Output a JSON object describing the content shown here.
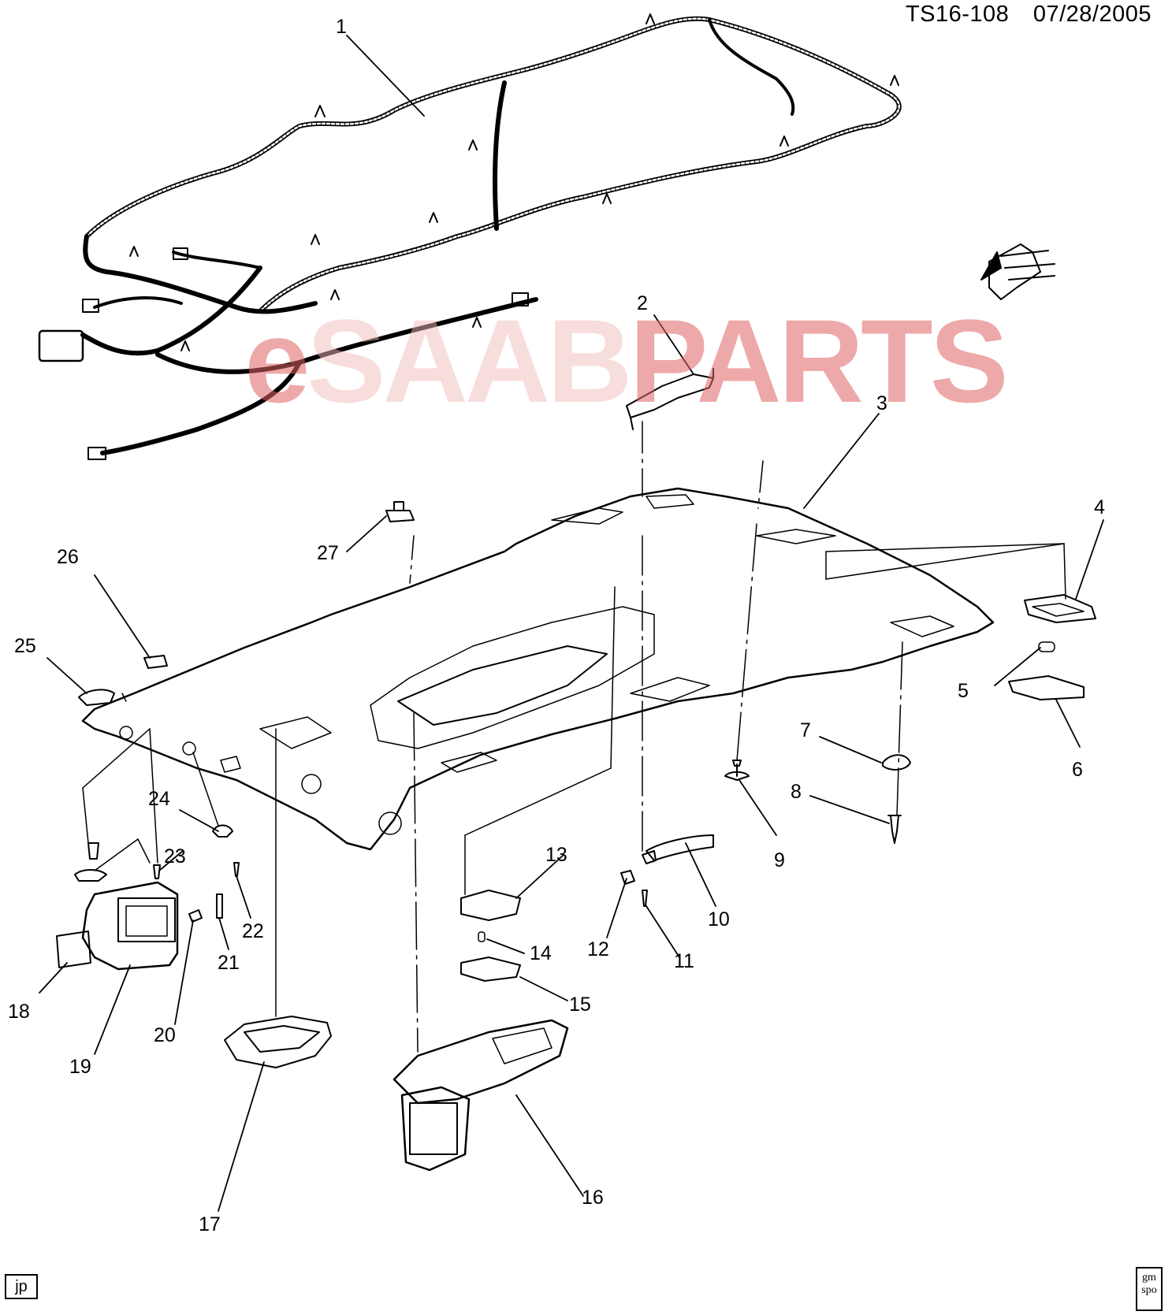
{
  "header": {
    "doc_code": "TS16-108",
    "date": "07/28/2005"
  },
  "watermark": {
    "prefix": "e",
    "middle": "SAAB",
    "suffix": "PARTS"
  },
  "callouts": [
    "1",
    "2",
    "3",
    "4",
    "5",
    "6",
    "7",
    "8",
    "9",
    "10",
    "11",
    "12",
    "13",
    "14",
    "15",
    "16",
    "17",
    "18",
    "19",
    "20",
    "21",
    "22",
    "23",
    "24",
    "25",
    "26",
    "27"
  ],
  "corner_left": "jp",
  "corner_right": "gm spo",
  "icons": {
    "front_arrow": "front-direction-arrow-icon"
  }
}
